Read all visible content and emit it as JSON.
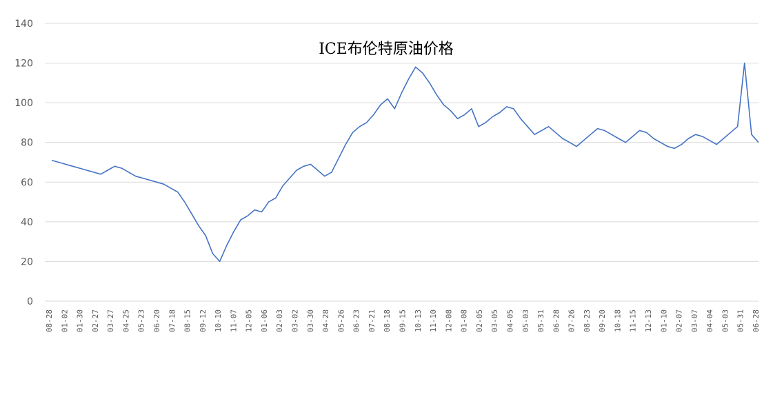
{
  "chart_data": {
    "type": "line",
    "title": "ICE布伦特原油价格",
    "xlabel": "",
    "ylabel": "",
    "ylim": [
      0,
      140
    ],
    "yticks": [
      0,
      20,
      40,
      60,
      80,
      100,
      120,
      140
    ],
    "grid": true,
    "legend": "none",
    "colors": {
      "line": "#4472c4",
      "grid": "#d9d9d9",
      "text": "#595959"
    },
    "x_tick_labels": [
      "08-28",
      "01-02",
      "01-30",
      "02-27",
      "03-27",
      "04-25",
      "05-23",
      "06-20",
      "07-18",
      "08-15",
      "09-12",
      "10-10",
      "11-07",
      "12-05",
      "01-06",
      "02-03",
      "03-02",
      "03-30",
      "04-28",
      "05-26",
      "06-23",
      "07-21",
      "08-18",
      "09-15",
      "10-13",
      "11-10",
      "12-08",
      "01-08",
      "02-05",
      "03-05",
      "04-05",
      "05-03",
      "05-31",
      "06-28",
      "07-26",
      "08-23",
      "09-20",
      "10-18",
      "11-15",
      "12-13",
      "01-10",
      "02-07",
      "03-07",
      "04-04",
      "05-03",
      "05-31",
      "06-28"
    ],
    "series": [
      {
        "values": [
          71,
          70,
          69,
          68,
          67,
          66,
          65,
          64,
          66,
          68,
          67,
          65,
          63,
          62,
          61,
          60,
          59,
          57,
          55,
          50,
          44,
          38,
          33,
          24,
          20,
          28,
          35,
          41,
          43,
          46,
          45,
          50,
          52,
          58,
          62,
          66,
          68,
          69,
          66,
          63,
          65,
          72,
          79,
          85,
          88,
          90,
          94,
          99,
          102,
          97,
          105,
          112,
          118,
          115,
          110,
          104,
          99,
          96,
          92,
          94,
          97,
          88,
          90,
          93,
          95,
          98,
          97,
          92,
          88,
          84,
          86,
          88,
          85,
          82,
          80,
          78,
          81,
          84,
          87,
          86,
          84,
          82,
          80,
          83,
          86,
          85,
          82,
          80,
          78,
          77,
          79,
          82,
          84,
          83,
          81,
          79,
          82,
          85,
          88,
          120,
          84,
          80
        ]
      }
    ]
  }
}
